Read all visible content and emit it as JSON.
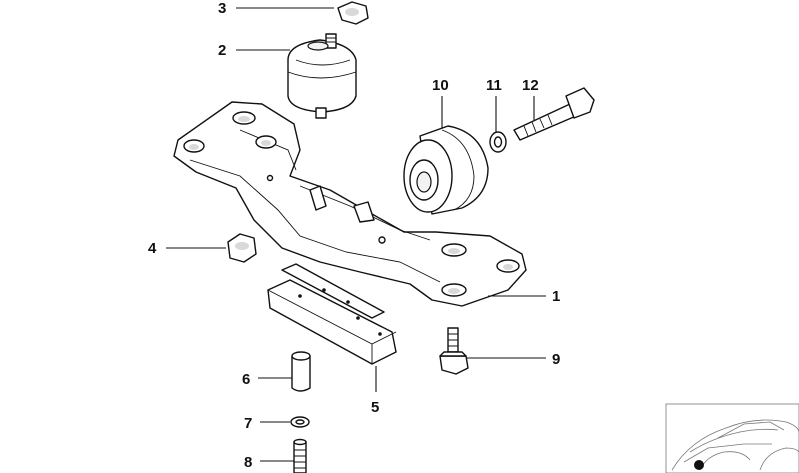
{
  "callouts": [
    {
      "id": "1",
      "label": "1"
    },
    {
      "id": "2",
      "label": "2"
    },
    {
      "id": "3",
      "label": "3"
    },
    {
      "id": "4",
      "label": "4"
    },
    {
      "id": "5",
      "label": "5"
    },
    {
      "id": "6",
      "label": "6"
    },
    {
      "id": "7",
      "label": "7"
    },
    {
      "id": "8",
      "label": "8"
    },
    {
      "id": "9",
      "label": "9"
    },
    {
      "id": "10",
      "label": "10"
    },
    {
      "id": "11",
      "label": "11"
    },
    {
      "id": "12",
      "label": "12"
    }
  ],
  "colors": {
    "line": "#111111",
    "background": "#ffffff",
    "thumbnail": "#777777"
  }
}
